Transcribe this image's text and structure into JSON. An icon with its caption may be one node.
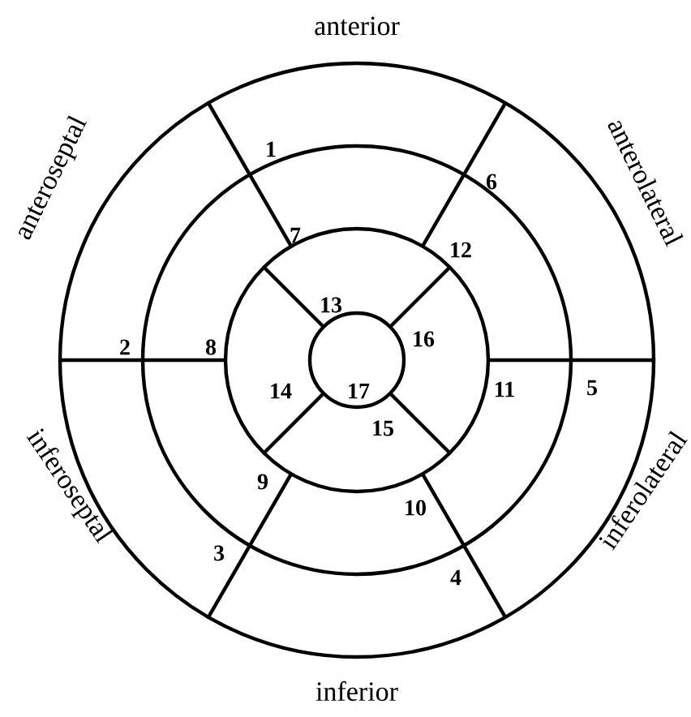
{
  "diagram": {
    "labels": [
      "anterior",
      "1",
      "anteroseptal",
      "anterolateral",
      "6",
      "7",
      "12",
      "13",
      "2",
      "8",
      "16",
      "14",
      "17",
      "11",
      "5",
      "15",
      "9",
      "10",
      "inferoseptal",
      "inferolateral",
      "3",
      "4",
      "inferior"
    ]
  }
}
